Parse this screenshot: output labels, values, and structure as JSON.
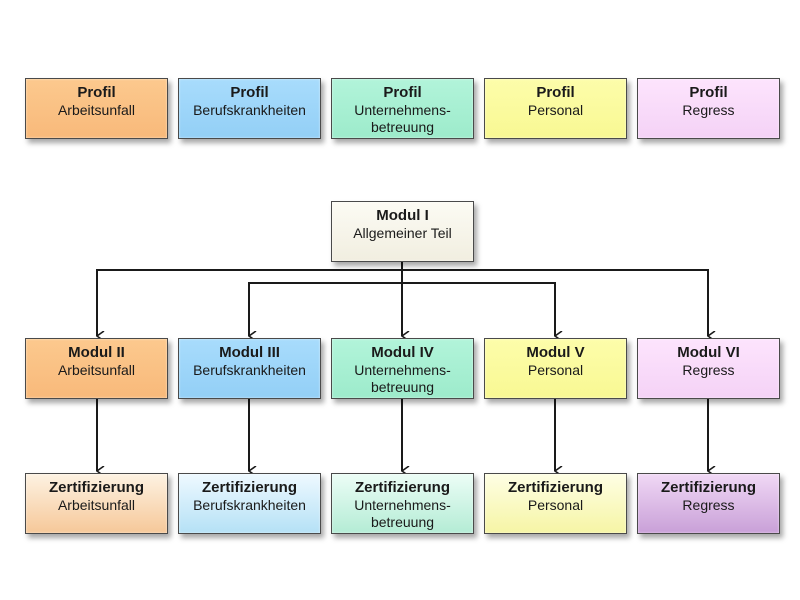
{
  "profiles": [
    {
      "title": "Profil",
      "subtitle": "Arbeitsunfall",
      "color": "#f9bf84"
    },
    {
      "title": "Profil",
      "subtitle": "Berufskrankheiten",
      "color": "#9dd5f9"
    },
    {
      "title": "Profil",
      "subtitle": "Unternehmens-\nbetreuung",
      "color": "#a7f0d2"
    },
    {
      "title": "Profil",
      "subtitle": "Personal",
      "color": "#fbfb9e"
    },
    {
      "title": "Profil",
      "subtitle": "Regress",
      "color": "#f9dbfa"
    }
  ],
  "root_module": {
    "title": "Modul I",
    "subtitle": "Allgemeiner Teil",
    "color": "#f7f5ea"
  },
  "modules": [
    {
      "title": "Modul II",
      "subtitle": "Arbeitsunfall"
    },
    {
      "title": "Modul III",
      "subtitle": "Berufskrankheiten"
    },
    {
      "title": "Modul IV",
      "subtitle": "Unternehmens-\nbetreuung"
    },
    {
      "title": "Modul V",
      "subtitle": "Personal"
    },
    {
      "title": "Modul VI",
      "subtitle": "Regress"
    }
  ],
  "certifications": [
    {
      "title": "Zertifizierung",
      "subtitle": "Arbeitsunfall"
    },
    {
      "title": "Zertifizierung",
      "subtitle": "Berufskrankheiten"
    },
    {
      "title": "Zertifizierung",
      "subtitle": "Unternehmens-\nbetreuung"
    },
    {
      "title": "Zertifizierung",
      "subtitle": "Personal"
    },
    {
      "title": "Zertifizierung",
      "subtitle": "Regress"
    }
  ],
  "edges": [
    {
      "from": "Modul I",
      "to": "Modul II"
    },
    {
      "from": "Modul I",
      "to": "Modul III"
    },
    {
      "from": "Modul I",
      "to": "Modul IV"
    },
    {
      "from": "Modul I",
      "to": "Modul V"
    },
    {
      "from": "Modul I",
      "to": "Modul VI"
    },
    {
      "from": "Modul II",
      "to": "Zertifizierung Arbeitsunfall"
    },
    {
      "from": "Modul III",
      "to": "Zertifizierung Berufskrankheiten"
    },
    {
      "from": "Modul IV",
      "to": "Zertifizierung Unternehmensbetreuung"
    },
    {
      "from": "Modul V",
      "to": "Zertifizierung Personal"
    },
    {
      "from": "Modul VI",
      "to": "Zertifizierung Regress"
    }
  ]
}
